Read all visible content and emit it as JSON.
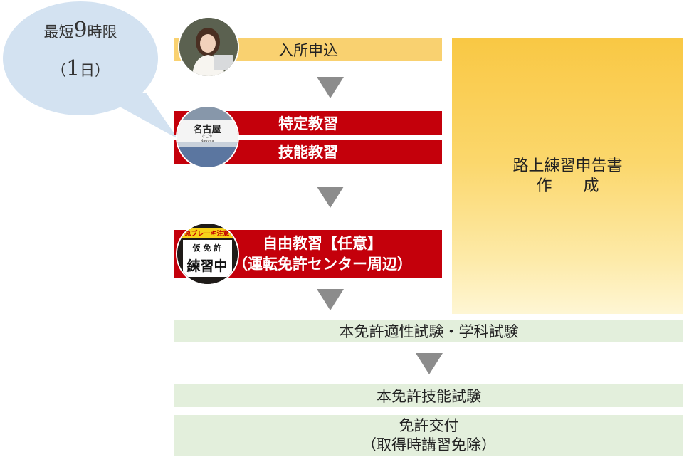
{
  "bubble": {
    "line1_prefix": "最短",
    "line1_number": "9",
    "line1_suffix": "時限",
    "line2_open": "（",
    "line2_number": "1",
    "line2_suffix": "日）"
  },
  "steps": {
    "admission": "入所申込",
    "specific_training": "特定教習",
    "skill_training": "技能教習",
    "free_training_line1": "自由教習【任意】",
    "free_training_line2": "（運転免許センター周辺）",
    "aptitude_exam": "本免許適性試験・学科試験",
    "license_skill_exam": "本免許技能試験",
    "issue_line1": "免許交付",
    "issue_line2": "（取得時講習免除）"
  },
  "report_panel": {
    "line1": "路上練習申告書",
    "line2": "作　　成"
  },
  "photos": {
    "station_sign": {
      "name": "名古屋",
      "reading": "なごや",
      "romaji": "Nagoya"
    },
    "practice_sign": {
      "top": "急ブレーキ注意",
      "middle": "仮 免 許",
      "bottom": "練習中"
    }
  },
  "colors": {
    "admission_yellow": "#f9d170",
    "red": "#c4000b",
    "green": "#e3efdc",
    "arrow_gray": "#8c8c8c",
    "bubble_blue": "#d3e2f1",
    "panel_yellow": "#f9c844"
  }
}
